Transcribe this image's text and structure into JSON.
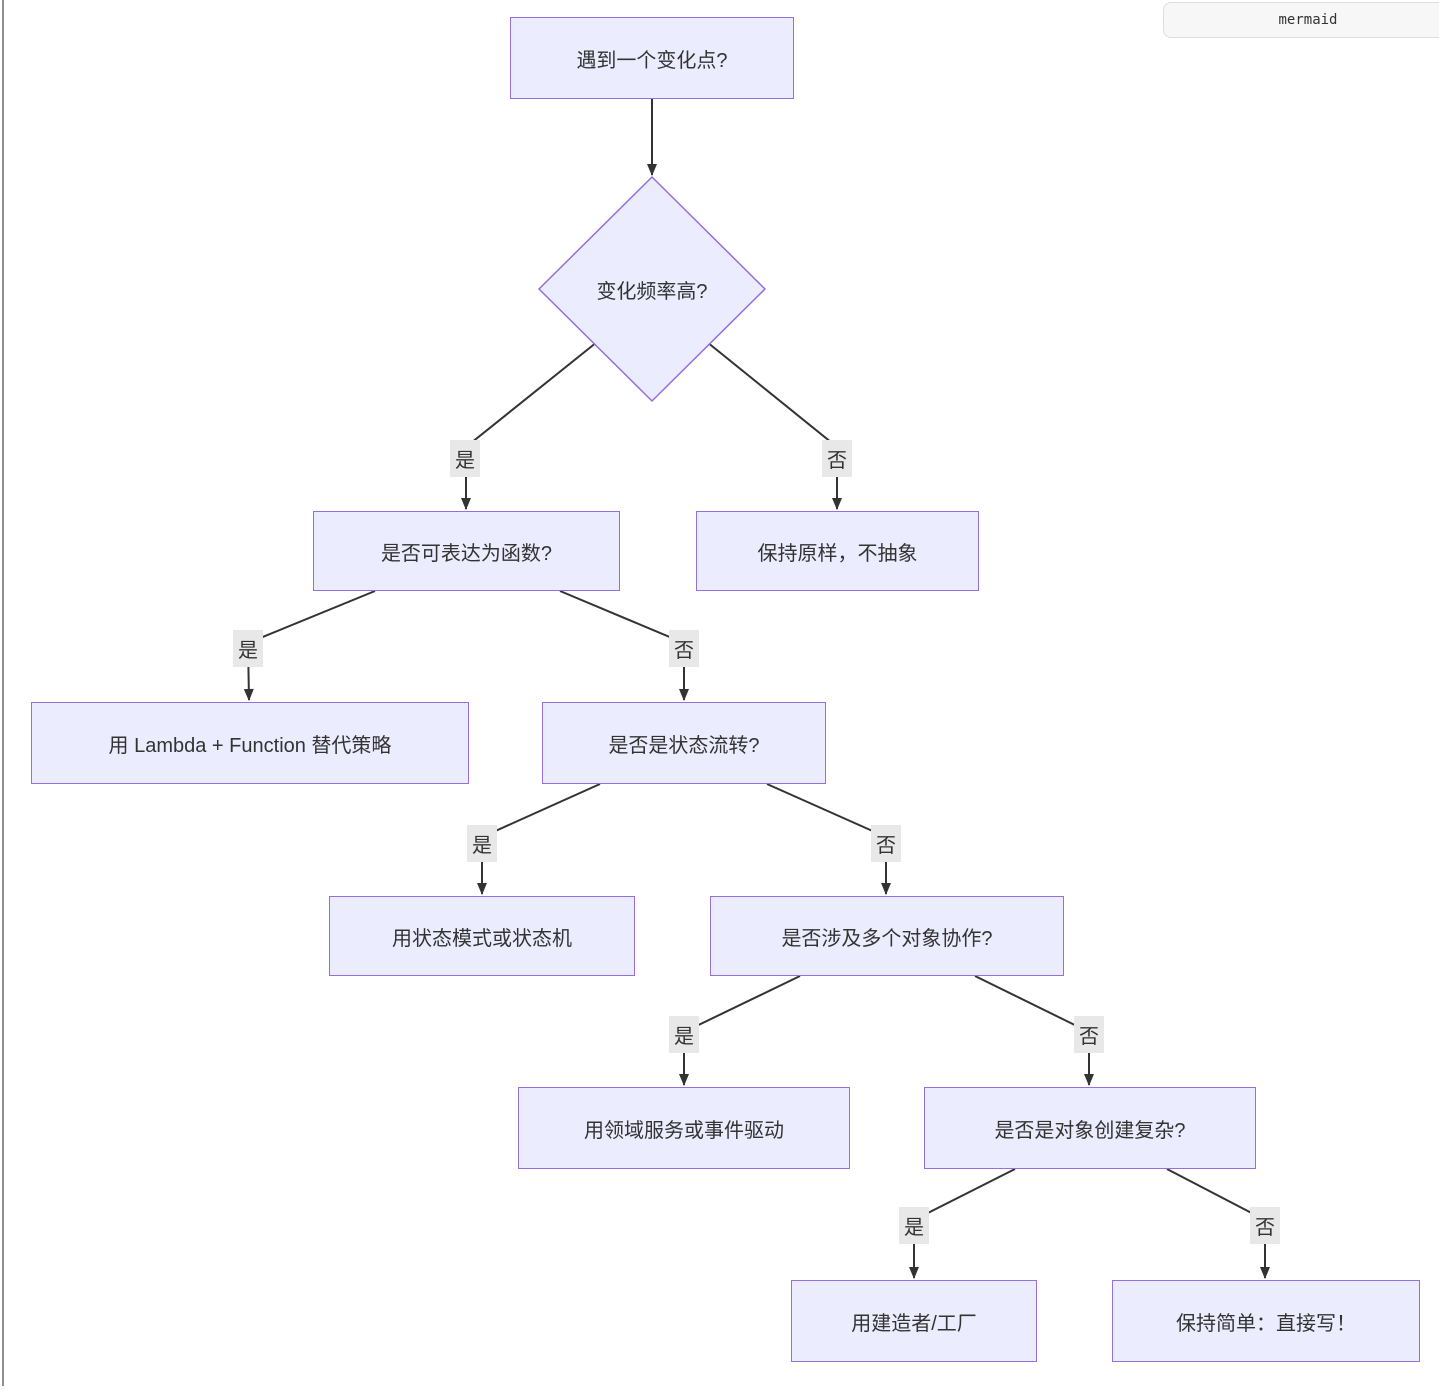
{
  "badge": {
    "label": "mermaid"
  },
  "flowchart": {
    "nodes": {
      "start": "遇到一个变化点?",
      "freq": "变化频率高?",
      "func": "是否可表达为函数?",
      "keep": "保持原样，不抽象",
      "lambda": "用 Lambda + Function 替代策略",
      "stateq": "是否是状态流转?",
      "statem": "用状态模式或状态机",
      "collabq": "是否涉及多个对象协作?",
      "domain": "用领域服务或事件驱动",
      "createq": "是否是对象创建复杂?",
      "builder": "用建造者/工厂",
      "simple": "保持简单：直接写！"
    },
    "edge_labels": {
      "yes": "是",
      "no": "否"
    },
    "colors": {
      "node_fill": "#ECECFF",
      "node_border": "#9370DB",
      "edge_line": "#333333",
      "edge_label_bg": "#e8e8e8",
      "text": "#333333"
    }
  }
}
